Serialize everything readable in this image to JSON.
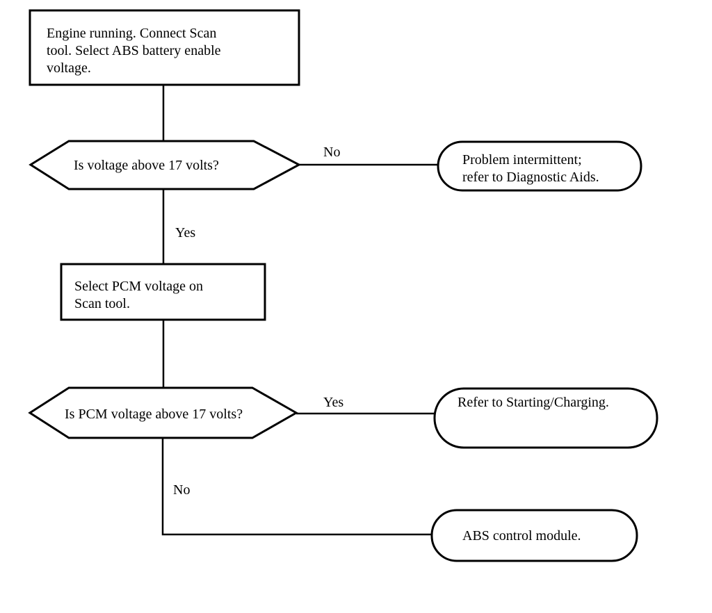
{
  "flowchart": {
    "start_box": {
      "lines": [
        "Engine running.  Connect Scan",
        "tool. Select ABS battery enable",
        "voltage."
      ]
    },
    "decision_1": {
      "text": "Is voltage  above 17 volts?"
    },
    "label_no_1": "No",
    "terminal_intermittent": {
      "lines": [
        "Problem intermittent;",
        "refer to Diagnostic Aids."
      ]
    },
    "label_yes_1": "Yes",
    "pcm_box": {
      "lines": [
        "Select PCM voltage on",
        "Scan tool."
      ]
    },
    "decision_2": {
      "text": "Is PCM voltage above 17 volts?"
    },
    "label_yes_2": "Yes",
    "terminal_charging": {
      "lines": [
        "Refer to Starting/Charging."
      ]
    },
    "label_no_2": "No",
    "terminal_abs": {
      "lines": [
        "ABS control module."
      ]
    }
  }
}
